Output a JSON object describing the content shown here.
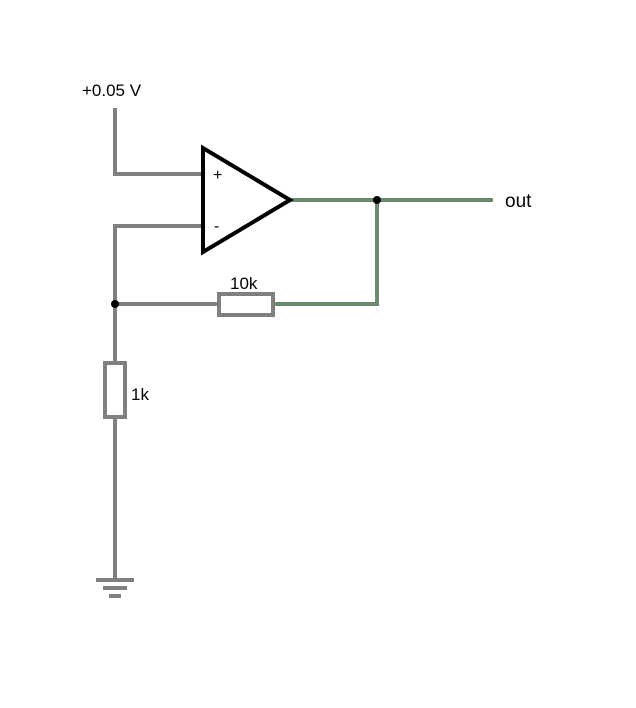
{
  "diagram": {
    "labels": {
      "supply": "+0.05 V",
      "output": "out",
      "plus": "+",
      "minus": "-",
      "feedback_resistor": "10k",
      "ground_resistor": "1k"
    },
    "colors": {
      "wire_gray": "#808080",
      "wire_output": "#6e8a6e",
      "symbol": "#000000",
      "background": "#ffffff"
    },
    "components": [
      {
        "type": "voltage-source",
        "value": "+0.05 V"
      },
      {
        "type": "op-amp",
        "inputs": [
          "+",
          "-"
        ]
      },
      {
        "type": "resistor",
        "value": "10k",
        "role": "feedback"
      },
      {
        "type": "resistor",
        "value": "1k",
        "role": "ground"
      },
      {
        "type": "ground"
      }
    ]
  }
}
